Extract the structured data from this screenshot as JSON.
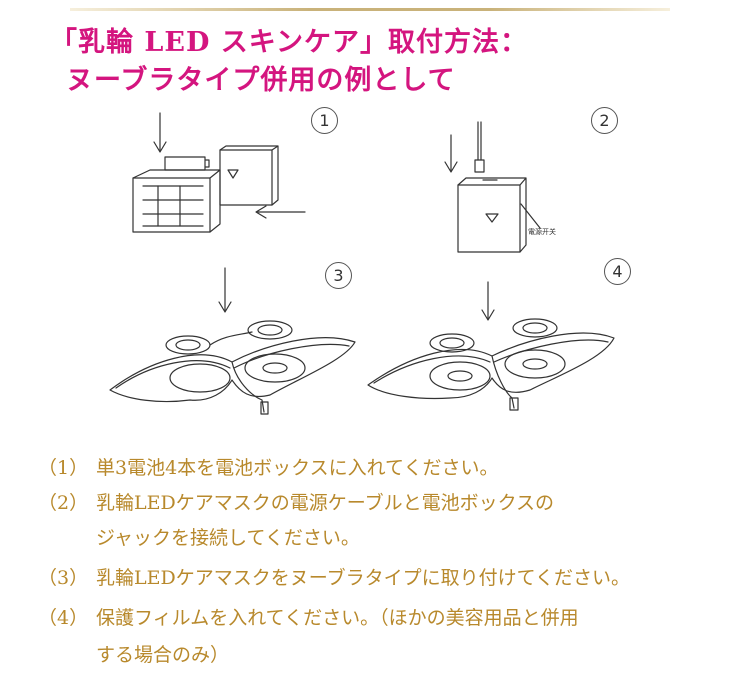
{
  "title": {
    "line1": "「乳輪 LED スキンケア」取付方法：",
    "line2": "ヌーブラタイプ併用の例として"
  },
  "figures": {
    "n1": "1",
    "n2": "2",
    "n3": "3",
    "n4": "4",
    "switch_label": "電源开关"
  },
  "steps": [
    {
      "label": "（1）",
      "text": "単3電池4本を電池ボックスに入れてください。"
    },
    {
      "label": "（2）",
      "text": "乳輪LEDケアマスクの電源ケーブルと電池ボックスの"
    },
    {
      "label": "",
      "text": "ジャックを接続してください。"
    },
    {
      "label": "（3）",
      "text": "乳輪LEDケアマスクをヌーブラタイプに取り付けてください。"
    },
    {
      "label": "（4）",
      "text": "保護フィルムを入れてください。（ほかの美容用品と併用"
    },
    {
      "label": "",
      "text": "する場合のみ）"
    }
  ],
  "colors": {
    "title": "#d4157f",
    "steps": "#b8892c"
  }
}
